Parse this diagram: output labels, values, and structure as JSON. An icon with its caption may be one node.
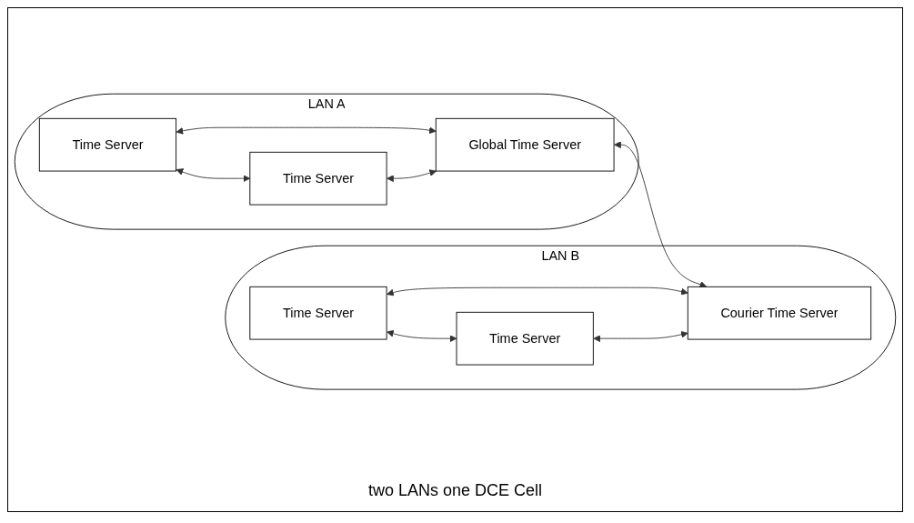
{
  "diagram": {
    "caption": "two LANs one DCE Cell",
    "nodes": [
      {
        "text": [
          "LAN A"
        ]
      },
      {
        "text": [
          "Time Server"
        ],
        "in": 0
      },
      {
        "text": [
          "Time Server"
        ],
        "in": 0
      },
      {
        "text": [
          "Global Time Server"
        ],
        "in": 0
      },
      {
        "text": [
          "LAN B"
        ]
      },
      {
        "text": [
          "Time Server"
        ],
        "in": 4
      },
      {
        "text": [
          "Time Server"
        ],
        "in": 4
      },
      {
        "text": [
          "Courier Time Server"
        ],
        "in": 4
      }
    ],
    "edges": [
      {
        "from": 1,
        "to": 2,
        "arrow": "both"
      },
      {
        "from": 1,
        "to": 3,
        "arrow": "both"
      },
      {
        "from": 2,
        "to": 3,
        "arrow": "both"
      },
      {
        "from": 3,
        "to": 7,
        "arrow": "both"
      },
      {
        "from": 5,
        "to": 6,
        "arrow": "both"
      },
      {
        "from": 5,
        "to": 7,
        "arrow": "both"
      },
      {
        "from": 6,
        "to": 7,
        "arrow": "both"
      }
    ]
  }
}
